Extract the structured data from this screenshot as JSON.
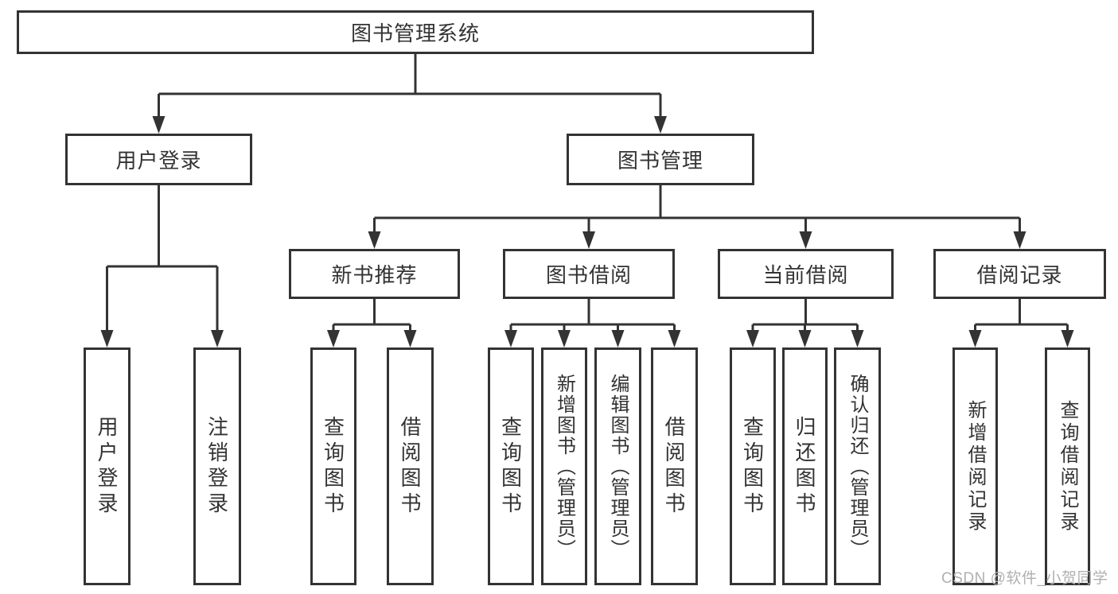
{
  "colors": {
    "line": "#333333",
    "text": "#333333",
    "background": "#ffffff",
    "box_bg": "#ffffff",
    "watermark": "#b0b0b0"
  },
  "watermark": "CSDN @软件_小贺同学",
  "tree": {
    "label": "图书管理系统",
    "children": [
      {
        "label": "用户登录",
        "children": [
          {
            "label": "用户登录"
          },
          {
            "label": "注销登录"
          }
        ]
      },
      {
        "label": "图书管理",
        "children": [
          {
            "label": "新书推荐",
            "children": [
              {
                "label": "查询图书"
              },
              {
                "label": "借阅图书"
              }
            ]
          },
          {
            "label": "图书借阅",
            "children": [
              {
                "label": "查询图书"
              },
              {
                "label": "新增图书（管理员）"
              },
              {
                "label": "编辑图书（管理员）"
              },
              {
                "label": "借阅图书"
              }
            ]
          },
          {
            "label": "当前借阅",
            "children": [
              {
                "label": "查询图书"
              },
              {
                "label": "归还图书"
              },
              {
                "label": "确认归还（管理员）"
              }
            ]
          },
          {
            "label": "借阅记录",
            "children": [
              {
                "label": "新增借阅记录"
              },
              {
                "label": "查询借阅记录"
              }
            ]
          }
        ]
      }
    ]
  }
}
